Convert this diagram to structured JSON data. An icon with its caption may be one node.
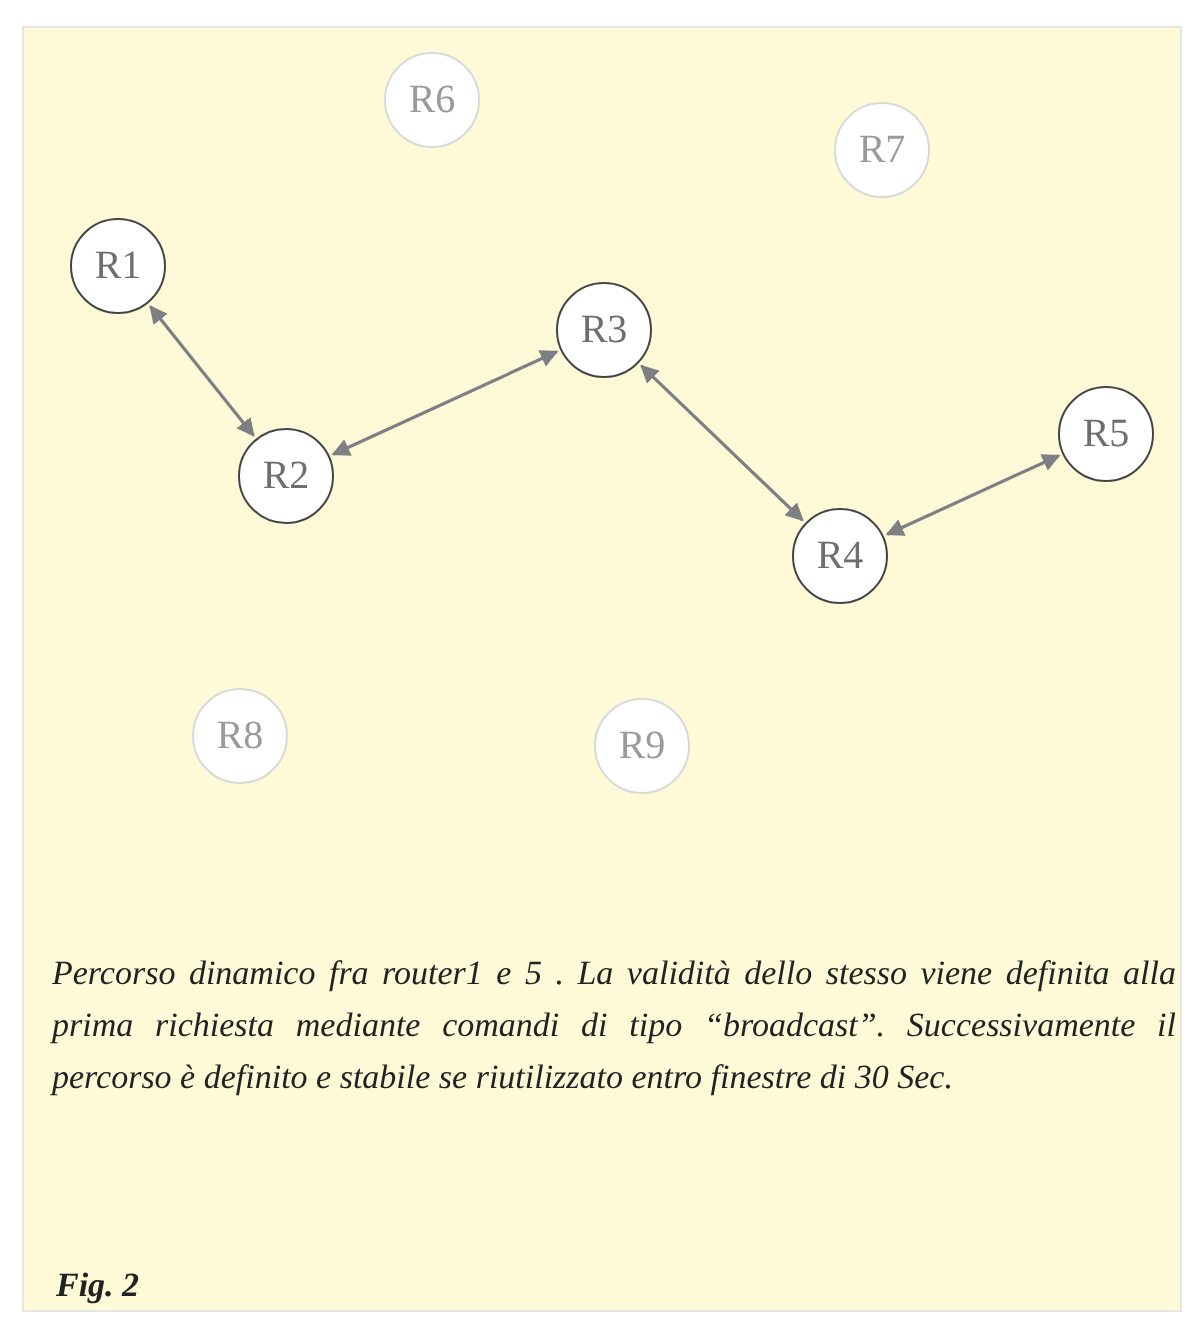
{
  "diagram": {
    "nodes": [
      {
        "text": [
          "R1"
        ]
      },
      {
        "text": [
          "R2"
        ]
      },
      {
        "text": [
          "R3"
        ]
      },
      {
        "text": [
          "R4"
        ]
      },
      {
        "text": [
          "R5"
        ]
      },
      {
        "text": [
          "R6"
        ]
      },
      {
        "text": [
          "R7"
        ]
      },
      {
        "text": [
          "R8"
        ]
      },
      {
        "text": [
          "R9"
        ]
      }
    ],
    "edges": [
      {
        "from": 0,
        "to": 1,
        "arrow": "both"
      },
      {
        "from": 1,
        "to": 2,
        "arrow": "both"
      },
      {
        "from": 2,
        "to": 3,
        "arrow": "both"
      },
      {
        "from": 3,
        "to": 4,
        "arrow": "both"
      }
    ],
    "caption": "Percorso dinamico fra router1 e 5 . La validità dello stesso viene definita alla prima richiesta mediante comandi di tipo “broadcast”. Successivamente il percorso è definito e stabile se riutilizzato entro finestre di 30 Sec.",
    "labels": [
      "Fig. 2"
    ]
  }
}
